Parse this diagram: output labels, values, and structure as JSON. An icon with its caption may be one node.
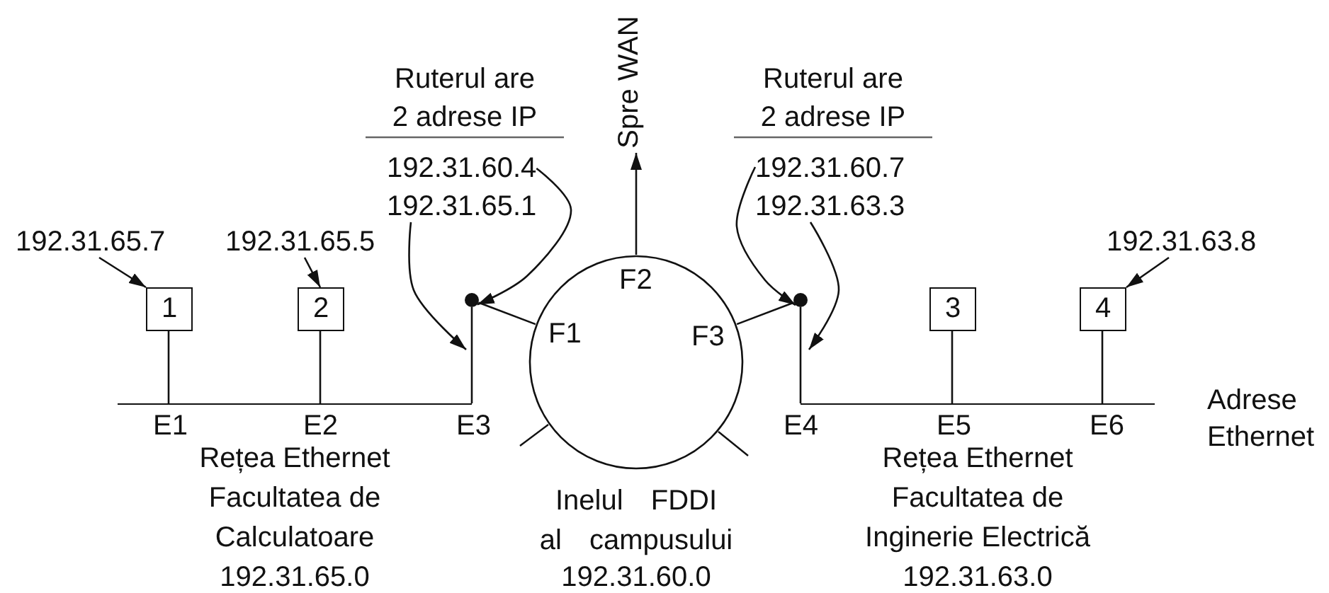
{
  "diagram": {
    "nodes": [
      {
        "text": [
          "Spre WAN"
        ]
      },
      {
        "text": [
          "192.31.60.4"
        ]
      },
      {
        "text": [
          "192.31.65.1"
        ]
      },
      {
        "text": [
          "192.31.60.7"
        ]
      },
      {
        "text": [
          "192.31.63.3"
        ]
      },
      {
        "text": [
          "192.31.65.7"
        ]
      },
      {
        "text": [
          "192.31.65.5"
        ]
      },
      {
        "text": [
          "192.31.63.8"
        ]
      },
      {
        "text": [
          "1"
        ]
      },
      {
        "text": [
          "2"
        ]
      },
      {
        "text": [],
        "shape": "circle"
      },
      {
        "text": [
          "F2",
          "F1",
          "F3"
        ],
        "beside": [
          "Inelul FDDI al campusului",
          "192.31.60.0"
        ]
      },
      {
        "text": [],
        "shape": "circle"
      },
      {
        "text": [
          "3"
        ]
      },
      {
        "text": [
          "4"
        ]
      },
      {
        "text": [
          "Rețea Ethernet Facultatea de Calculatoare",
          "192.31.65.0"
        ]
      },
      {
        "text": [
          "Rețea Ethernet Facultatea de Inginerie Electrică",
          "192.31.63.0"
        ]
      }
    ],
    "edges": [
      {
        "from": 11,
        "to": 0,
        "arrow": "to"
      },
      {
        "from": 5,
        "to": 8,
        "arrow": "to"
      },
      {
        "from": 6,
        "to": 9,
        "arrow": "to"
      },
      {
        "from": 7,
        "to": 14,
        "arrow": "to"
      },
      {
        "from": 1,
        "to": 10,
        "arrow": "to"
      },
      {
        "from": 2,
        "to": null,
        "arrow": "to"
      },
      {
        "from": 3,
        "to": 12,
        "arrow": "to"
      },
      {
        "from": 4,
        "to": null,
        "arrow": "to"
      },
      {
        "from": 8,
        "to": 15,
        "arrow": "none"
      },
      {
        "from": 9,
        "to": 15,
        "arrow": "none"
      },
      {
        "from": 10,
        "to": 15,
        "arrow": "none"
      },
      {
        "from": 10,
        "to": 11,
        "arrow": "none"
      },
      {
        "from": 12,
        "to": 11,
        "arrow": "none"
      },
      {
        "from": 12,
        "to": 16,
        "arrow": "none"
      },
      {
        "from": 13,
        "to": 16,
        "arrow": "none"
      },
      {
        "from": 14,
        "to": 16,
        "arrow": "none"
      }
    ],
    "labels": [
      "Ruterul are 2 adrese IP",
      "Ruterul are 2 adrese IP",
      "Adrese Ethernet",
      "E1",
      "E2",
      "E3",
      "E4",
      "E5",
      "E6"
    ]
  }
}
